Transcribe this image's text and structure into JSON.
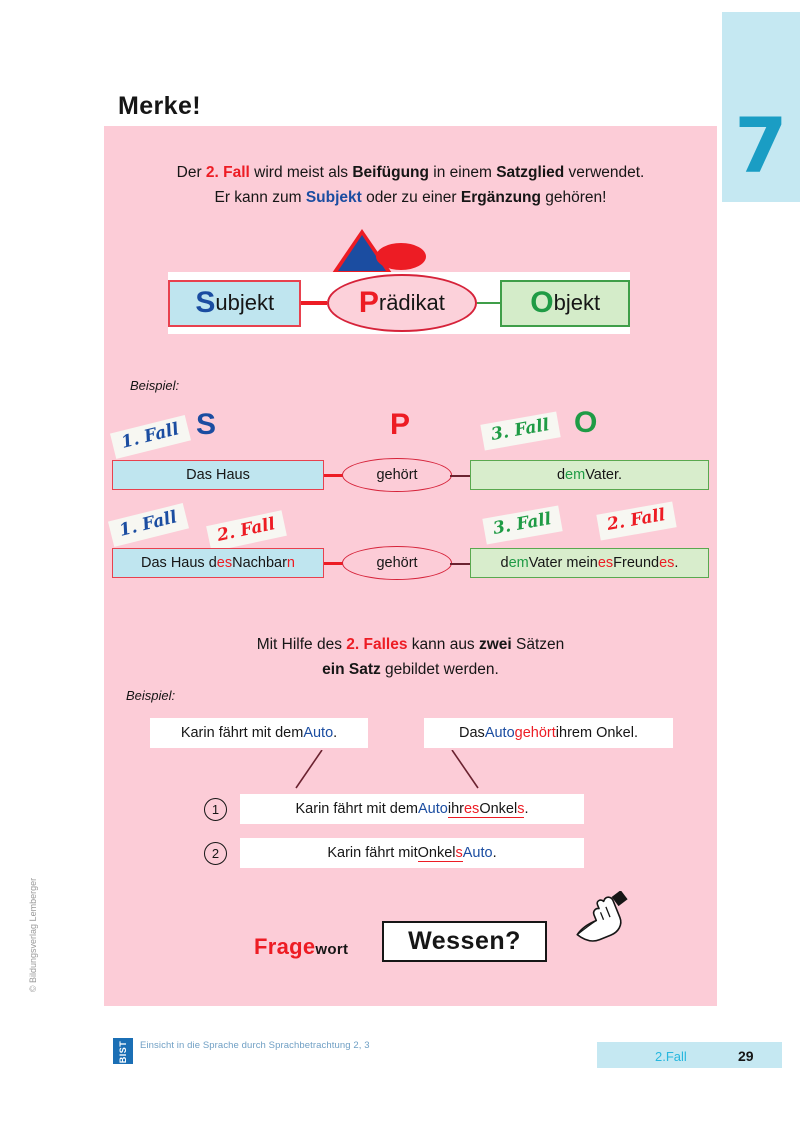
{
  "chapter_tab": {
    "number": "7",
    "bg_color": "#c5e8f2",
    "number_color": "#1a9dc4"
  },
  "heading": "Merke!",
  "colors": {
    "red": "#ed1c24",
    "blue": "#1b4da1",
    "green": "#1f9b45",
    "panel_pink": "#fcccd7",
    "cyan": "#27b7de"
  },
  "intro": {
    "line1": {
      "p1": "Der ",
      "accent1": "2. Fall",
      "p2": " wird meist als ",
      "b1": "Beifügung",
      "p3": " in einem ",
      "b2": "Satzglied",
      "p4": " verwendet."
    },
    "line2": {
      "p1": "Er kann zum ",
      "blue1": "Subjekt",
      "p2": " oder zu einer ",
      "b1": "Ergänzung",
      "p3": " gehören!"
    }
  },
  "spo_diagram": {
    "subject": {
      "initial": "S",
      "rest": "ubjekt"
    },
    "predicate": {
      "initial": "P",
      "rest": "rädikat"
    },
    "object": {
      "initial": "O",
      "rest": "bjekt"
    }
  },
  "example_label_1": "Beispiel:",
  "example_label_2": "Beispiel:",
  "spo_letters": {
    "s": "S",
    "p": "P",
    "o": "O"
  },
  "example_rows": [
    {
      "stickers_left": [
        {
          "text": "1. Fall",
          "color": "blue"
        }
      ],
      "subject": {
        "plain": "Das Haus"
      },
      "predicate": "gehört",
      "stickers_right": [
        {
          "text": "3. Fall",
          "color": "green"
        }
      ],
      "object": {
        "p1": "d",
        "green1": "em",
        "p2": " Vater."
      }
    },
    {
      "stickers_left": [
        {
          "text": "1. Fall",
          "color": "blue"
        },
        {
          "text": "2. Fall",
          "color": "red"
        }
      ],
      "subject": {
        "p1": "Das Haus d",
        "red1": "es",
        "p2": " Nachbar",
        "red2": "n"
      },
      "predicate": "gehört",
      "stickers_right": [
        {
          "text": "3. Fall",
          "color": "green"
        },
        {
          "text": "2. Fall",
          "color": "red"
        }
      ],
      "object": {
        "p1": "d",
        "green1": "em",
        "p2": " Vater mein",
        "red1": "es",
        "p3": " Freund",
        "red2": "es",
        "p4": "."
      }
    }
  ],
  "mid_statement": {
    "line1": {
      "p1": "Mit Hilfe des ",
      "accent": "2. Falles",
      "p2": " kann aus ",
      "b1": "zwei",
      "p3": " Sätzen"
    },
    "line2": {
      "b1": "ein Satz",
      "p1": " gebildet werden."
    }
  },
  "source_sentences": [
    {
      "p1": "Karin fährt mit dem ",
      "blue1": "Auto",
      "p2": "."
    },
    {
      "p1": "Das ",
      "blue1": "Auto",
      "p2": " ",
      "red1": "gehört",
      "p3": " ihrem Onkel."
    }
  ],
  "result_sentences": [
    {
      "number": "1",
      "p1": "Karin fährt mit dem ",
      "blue1": "Auto",
      "p2": " ",
      "u1": "ihr",
      "ured1": "es",
      "u2": " Onkel",
      "ured2": "s",
      "p3": "."
    },
    {
      "number": "2",
      "p1": "Karin fährt mit ",
      "u1": "Onkel",
      "ured1": "s",
      "p2": " ",
      "blue1": "Auto",
      "p3": " ."
    }
  ],
  "fragewort": {
    "red_part": "Frage",
    "black_part": "wort",
    "answer": "Wessen?"
  },
  "copyright": "© Bildungsverlag Lemberger",
  "footer": {
    "badge": "BIST",
    "badge_text": "Einsicht in die Sprache durch Sprachbetrachtung 2, 3",
    "chapter": "2.Fall",
    "page": "29"
  }
}
